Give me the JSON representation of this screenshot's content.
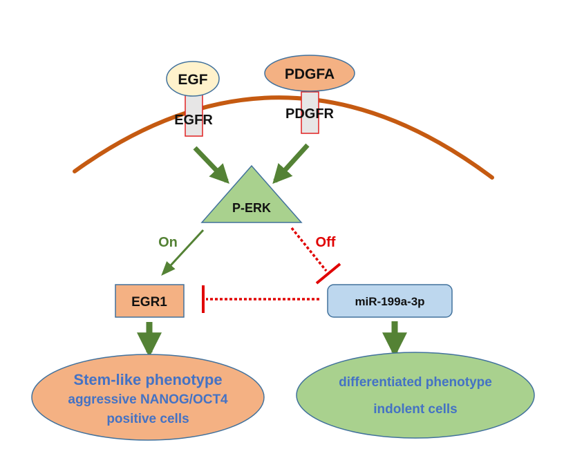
{
  "ligands": {
    "egf": "EGF",
    "pdgfa": "PDGFA"
  },
  "receptors": {
    "egfr": "EGFR",
    "pdgfr": "PDGFR"
  },
  "kinase": "P-ERK",
  "branches": {
    "on_label": "On",
    "off_label": "Off"
  },
  "targets": {
    "egr1": "EGR1",
    "mir": "miR-199a-3p"
  },
  "outcomes": {
    "stem": {
      "line1": "Stem-like phenotype",
      "line2": "aggressive NANOG/OCT4",
      "line3": "positive cells"
    },
    "differentiated": {
      "line1": "differentiated phenotype",
      "line2": "indolent cells"
    }
  },
  "colors": {
    "membrane": "#c55a11",
    "activation": "#548235",
    "inhibition": "#e00000",
    "receptor_border": "#e02020",
    "egf_fill": "#fff2cc",
    "orange_fill": "#f4b183",
    "triangle_fill": "#a9d18e",
    "mir_fill": "#bdd7ee",
    "green_fill": "#a9d18e",
    "outcome_text": "#4472c4"
  }
}
